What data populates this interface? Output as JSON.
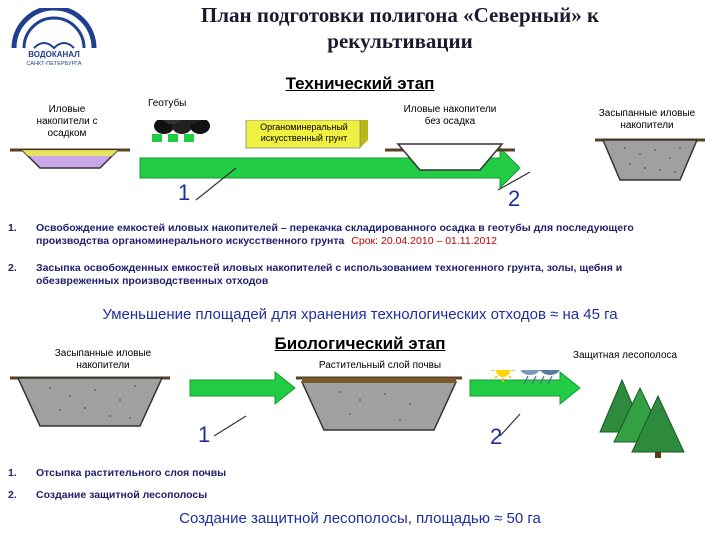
{
  "title": "План подготовки полигона «Северный» к рекультивации",
  "logo": {
    "text": "ВОДОКАНАЛ",
    "sub": "САНКТ-ПЕТЕРБУРГА",
    "color": "#1f3f8f"
  },
  "technical": {
    "heading": "Технический этап",
    "labels": {
      "silt_with_sediment": "Иловые накопители с осадком",
      "geotubes": "Геотубы",
      "organomineral": "Органоминеральный искусственный грунт",
      "silt_without_sediment": "Иловые накопители без осадка",
      "filled_silt": "Засыпанные иловые накопители"
    },
    "markers": [
      "1",
      "2"
    ],
    "items": [
      {
        "num": "1.",
        "text": "Освобождение емкостей иловых накопителей – перекачка складированного осадка в геотубы для последующего производства органоминерального искусственного грунта",
        "deadline": "Срок: 20.04.2010 – 01.11.2012"
      },
      {
        "num": "2.",
        "text": "Засыпка освобожденных емкостей иловых накопителей с использованием техногенного грунта, золы, щебня и обезвреженных производственных отходов"
      }
    ],
    "summary": "Уменьшение площадей для хранения технологических отходов ≈ на 45 га"
  },
  "biological": {
    "heading": "Биологический этап",
    "labels": {
      "filled_silt": "Засыпанные иловые накопители",
      "soil_layer": "Растительный слой почвы",
      "forest_belt": "Защитная лесополоса"
    },
    "markers": [
      "1",
      "2"
    ],
    "items": [
      {
        "num": "1.",
        "text": "Отсыпка растительного слоя почвы"
      },
      {
        "num": "2.",
        "text": "Создание защитной лесополосы"
      }
    ],
    "summary": "Создание защитной лесополосы, площадью ≈ 50 га"
  },
  "colors": {
    "arrow": "#22cc44",
    "title": "#1a1a2e",
    "list": "#1f1f6e",
    "summary": "#1f2e9f",
    "deadline": "#c00000",
    "sludge": "#c8a8e8",
    "organo": "#f0f040",
    "tree": "#2e8b3e"
  }
}
